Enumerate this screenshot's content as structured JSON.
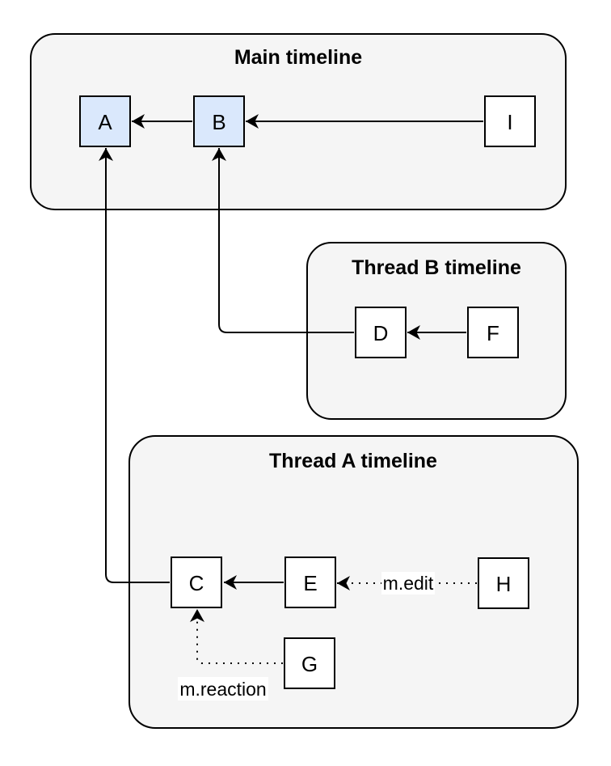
{
  "diagram": {
    "timelines": [
      {
        "id": "main",
        "title": "Main timeline"
      },
      {
        "id": "thread-b",
        "title": "Thread B timeline"
      },
      {
        "id": "thread-a",
        "title": "Thread A timeline"
      }
    ],
    "nodes": [
      {
        "id": "A",
        "label": "A",
        "timeline": "main",
        "highlighted": true
      },
      {
        "id": "B",
        "label": "B",
        "timeline": "main",
        "highlighted": true
      },
      {
        "id": "I",
        "label": "I",
        "timeline": "main",
        "highlighted": false
      },
      {
        "id": "D",
        "label": "D",
        "timeline": "thread-b",
        "highlighted": false
      },
      {
        "id": "F",
        "label": "F",
        "timeline": "thread-b",
        "highlighted": false
      },
      {
        "id": "C",
        "label": "C",
        "timeline": "thread-a",
        "highlighted": false
      },
      {
        "id": "E",
        "label": "E",
        "timeline": "thread-a",
        "highlighted": false
      },
      {
        "id": "H",
        "label": "H",
        "timeline": "thread-a",
        "highlighted": false
      },
      {
        "id": "G",
        "label": "G",
        "timeline": "thread-a",
        "highlighted": false
      }
    ],
    "edges": [
      {
        "from": "B",
        "to": "A",
        "style": "solid"
      },
      {
        "from": "I",
        "to": "B",
        "style": "solid"
      },
      {
        "from": "F",
        "to": "D",
        "style": "solid"
      },
      {
        "from": "D",
        "to": "B",
        "style": "solid"
      },
      {
        "from": "C",
        "to": "A",
        "style": "solid"
      },
      {
        "from": "E",
        "to": "C",
        "style": "solid"
      },
      {
        "from": "H",
        "to": "E",
        "style": "dotted",
        "label": "m.edit"
      },
      {
        "from": "G",
        "to": "C",
        "style": "dotted",
        "label": "m.reaction"
      }
    ],
    "colors": {
      "container_fill": "#f5f5f5",
      "container_stroke": "#000000",
      "node_highlight_fill": "#dae8fc",
      "node_default_fill": "#ffffff",
      "stroke": "#000000",
      "label_background": "#ffffff"
    }
  }
}
